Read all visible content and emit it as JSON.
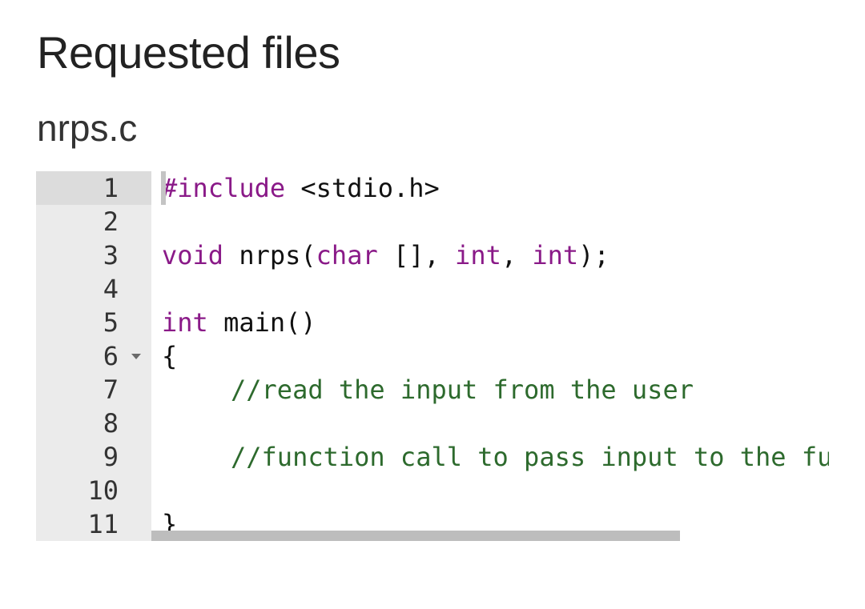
{
  "page": {
    "title": "Requested files",
    "file_name": "nrps.c"
  },
  "editor": {
    "active_line": 1,
    "gutter": [
      "1",
      "2",
      "3",
      "4",
      "5",
      "6",
      "7",
      "8",
      "9",
      "10",
      "11"
    ],
    "lines": {
      "l1": {
        "kw": "#include",
        "rest": " <stdio.h>"
      },
      "l3": {
        "kw1": "void",
        "t1": " nrps(",
        "kw2": "char",
        "t2": " [], ",
        "kw3": "int",
        "t3": ", ",
        "kw4": "int",
        "t4": ");"
      },
      "l5": {
        "kw": "int",
        "rest": " main()"
      },
      "l6": {
        "text": "{"
      },
      "l7": {
        "comment": "//read the input from the user"
      },
      "l9": {
        "comment": "//function call to pass input to the function"
      },
      "l11": {
        "text": "}"
      }
    },
    "colors": {
      "keyword": "#8a1a88",
      "comment": "#2d6a2d",
      "gutter_bg": "#ebebeb",
      "active_gutter_bg": "#dcdcdc"
    }
  }
}
